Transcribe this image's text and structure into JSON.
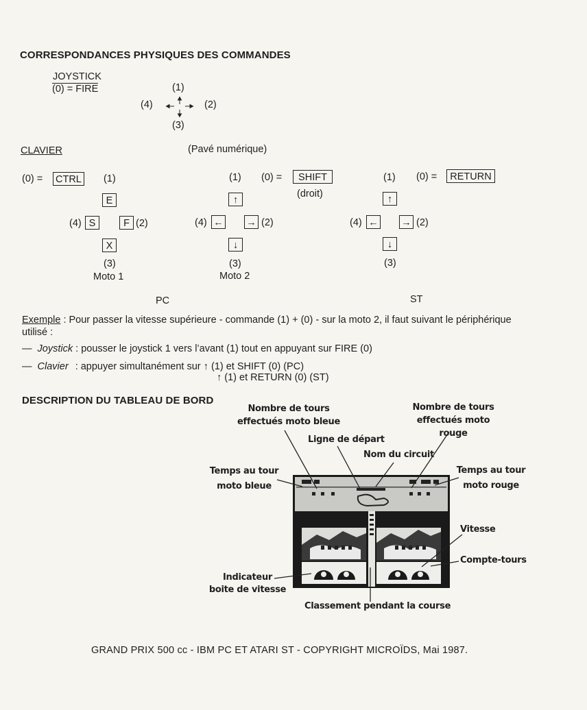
{
  "title": "CORRESPONDANCES PHYSIQUES DES COMMANDES",
  "joystick": {
    "heading": "JOYSTICK",
    "fire": "(0) = FIRE",
    "n1": "(1)",
    "n2": "(2)",
    "n3": "(3)",
    "n4": "(4)"
  },
  "clavier": {
    "heading": "CLAVIER",
    "pave": "(Pavé numérique)",
    "moto1": {
      "zero": "(0) =",
      "ctrl": "CTRL",
      "n1": "(1)",
      "up": "E",
      "n4": "(4)",
      "left": "S",
      "right": "F",
      "n2": "(2)",
      "down": "X",
      "n3": "(3)",
      "label": "Moto 1"
    },
    "moto2": {
      "n1": "(1)",
      "zero": "(0) =",
      "shift": "SHIFT",
      "droit": "(droit)",
      "up": "↑",
      "n4": "(4)",
      "left": "←",
      "right": "→",
      "n2": "(2)",
      "down": "↓",
      "n3": "(3)",
      "label": "Moto 2"
    },
    "st": {
      "n1": "(1)",
      "zero": "(0) =",
      "ret": "RETURN",
      "up": "↑",
      "n4": "(4)",
      "left": "←",
      "right": "→",
      "n2": "(2)",
      "down": "↓",
      "n3": "(3)"
    },
    "pc": "PC",
    "st_label": "ST"
  },
  "example": {
    "label": "Exemple",
    "line1": ": Pour passer la vitesse supérieure - commande (1) + (0) - sur la moto 2, il faut suivant le périphérique",
    "line2": "utilisé :",
    "dash": "—",
    "joy_word": "Joystick",
    "joy_text": ": pousser le joystick 1 vers l’avant (1) tout en appuyant sur FIRE (0)",
    "clav_word": "Clavier",
    "clav_text": ": appuyer simultanément sur ↑ (1) et SHIFT (0) (PC)",
    "clav_text2": "↑ (1) et RETURN (0) (ST)"
  },
  "dashboard": {
    "heading": "DESCRIPTION DU TABLEAU DE BORD",
    "tours_bleue": "Nombre de tours\neffectués moto bleue",
    "tours_rouge": "Nombre de tours\neffectués moto rouge",
    "depart": "Ligne de départ",
    "circuit": "Nom du circuit",
    "temps_bleue": "Temps au tour\nmoto bleue",
    "temps_rouge": "Temps au tour\nmoto rouge",
    "vitesse": "Vitesse",
    "compte": "Compte-tours",
    "indicateur": "Indicateur\nboite de vitesse",
    "classement": "Classement pendant la course"
  },
  "footer": "GRAND PRIX 500 cc - IBM PC ET ATARI ST - COPYRIGHT MICROÏDS, Mai 1987."
}
